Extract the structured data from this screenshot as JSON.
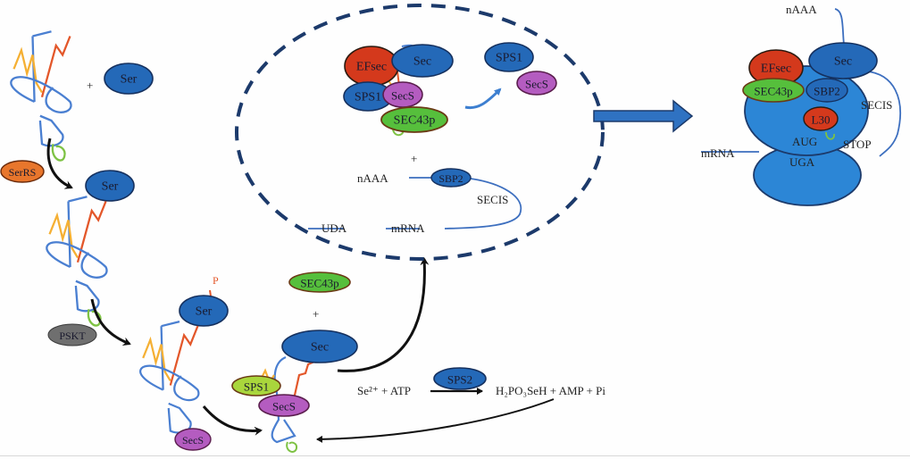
{
  "title": "Selenocysteine biosynthesis and incorporation pathway",
  "colors": {
    "protein_blue": "#2469b8",
    "efsec_red": "#d4391c",
    "secs_purple": "#b45cc0",
    "sec43p_green": "#56bf3c",
    "sps1_lime": "#a9d63c",
    "serrs_orange": "#e8762c",
    "pskt_gray": "#6f6f6f",
    "ribosome_blue": "#2c86d6",
    "trna_blue": "#4a7fd1",
    "trna_orange": "#f5b034",
    "trna_red": "#e3572a",
    "trna_green": "#7ec244",
    "dashed": "#1c3a6b",
    "arrow": "#111111",
    "mrna_line": "#3d6fbf"
  },
  "step1": {
    "plus": "+",
    "ser": "Ser"
  },
  "step2": {
    "enzyme": "SerRS",
    "ser": "Ser"
  },
  "step3": {
    "enzyme": "PSKT",
    "ser": "Ser",
    "phosphate": "P"
  },
  "step4": {
    "sec43p": "SEC43p",
    "plus": "+",
    "sec": "Sec",
    "sps1": "SPS1",
    "secs": "SecS",
    "secs_free": "SecS"
  },
  "selenophosphate_reaction": {
    "substrates": "Se²⁺ + ATP",
    "enzyme": "SPS2",
    "products": "H₂PO₃SeH + AMP + Pi"
  },
  "complex_ellipse": {
    "efsec": "EFsec",
    "sec": "Sec",
    "sps1": "SPS1",
    "secs": "SecS",
    "sec43p": "SEC43p",
    "released_sps1": "SPS1",
    "released_secs": "SecS",
    "plus": "+",
    "naaa": "nAAA",
    "sbp2": "SBP2",
    "secis": "SECIS",
    "codon": "UDA",
    "mrna": "mRNA"
  },
  "ribosome": {
    "naaa": "nAAA",
    "efsec": "EFsec",
    "sec": "Sec",
    "sec43p": "SEC43p",
    "sbp2": "SBP2",
    "secis": "SECIS",
    "l30": "L30",
    "aug": "AUG",
    "stop": "STOP",
    "mrna": "mRNA",
    "uga": "UGA"
  }
}
